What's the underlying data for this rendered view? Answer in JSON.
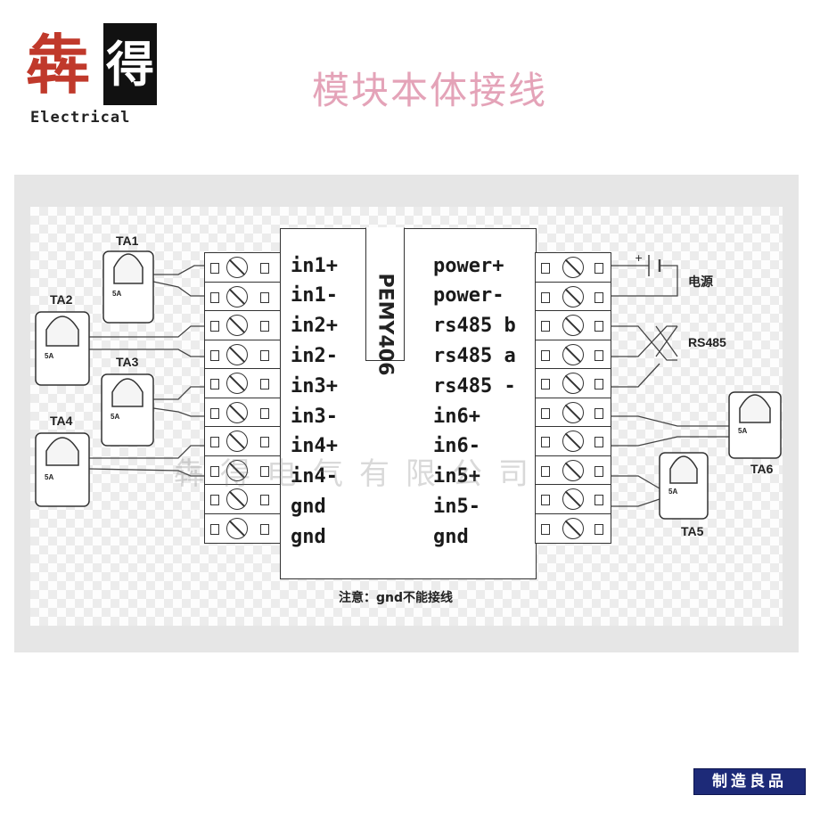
{
  "brand": {
    "logo_text": "犇得",
    "logo_sub": "Electrical"
  },
  "page": {
    "title": "模块本体接线"
  },
  "module": {
    "name": "PEMY406",
    "left_pins": [
      "in1+",
      "in1-",
      "in2+",
      "in2-",
      "in3+",
      "in3-",
      "in4+",
      "in4-",
      "gnd",
      "gnd"
    ],
    "right_pins": [
      "power+",
      "power-",
      "rs485 b",
      "rs485 a",
      "rs485 -",
      "in6+",
      "in6-",
      "in5+",
      "in5-",
      "gnd"
    ]
  },
  "sensors": {
    "ta1": "TA1",
    "ta2": "TA2",
    "ta3": "TA3",
    "ta4": "TA4",
    "ta5": "TA5",
    "ta6": "TA6",
    "rating": "5A"
  },
  "labels": {
    "power": "电源",
    "power_plus": "+",
    "rs485": "RS485",
    "note": "注意：gnd不能接线"
  },
  "watermark": "犇得电气有限公司",
  "stamp": "制造良品"
}
